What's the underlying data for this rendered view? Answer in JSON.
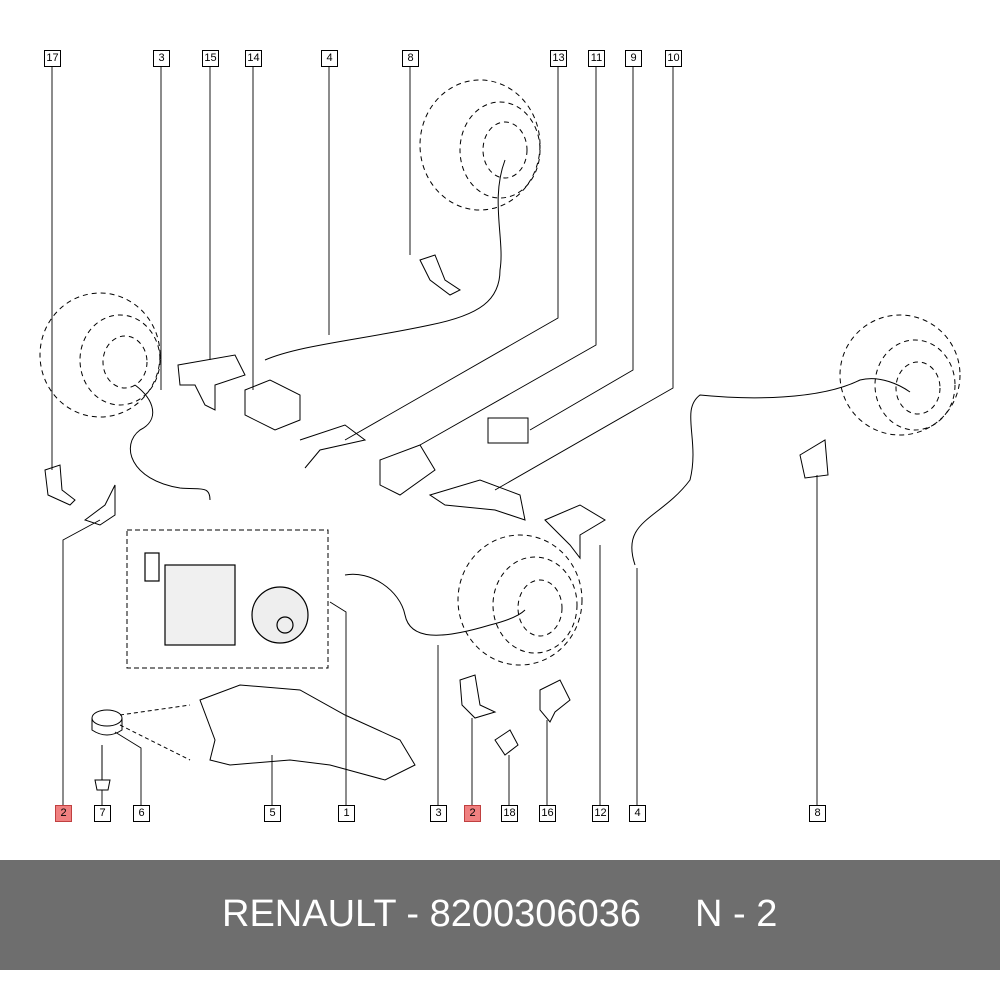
{
  "diagram": {
    "top_callouts": [
      "17",
      "3",
      "15",
      "14",
      "4",
      "8",
      "13",
      "11",
      "9",
      "10"
    ],
    "bottom_callouts": [
      "2",
      "7",
      "6",
      "5",
      "1",
      "3",
      "2",
      "18",
      "16",
      "12",
      "4",
      "8"
    ],
    "highlight_color": "#f08080",
    "highlighted_part": "2"
  },
  "footer": {
    "part_text": "RENAULT - 8200306036",
    "quantity_text": "N - 2",
    "background": "#6e6e6e"
  }
}
